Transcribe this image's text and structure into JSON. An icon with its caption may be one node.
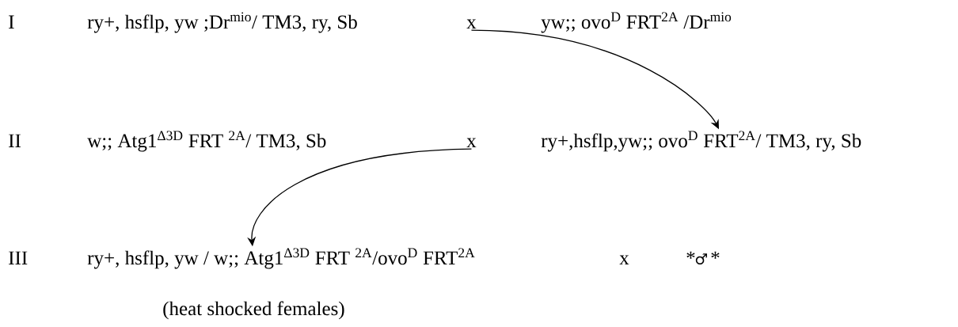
{
  "diagram": {
    "nodes": [
      {
        "text": [
          "ry+, hsflp, yw ;Dr$^{mio}$/ TM3, ry, Sb"
        ]
      },
      {
        "text": [
          "x"
        ]
      },
      {
        "text": [
          "yw;; ovo$^{D}$ FRT$^{2A}$ /Dr$^{mio}$"
        ]
      },
      {
        "text": [
          "w;; Atg1$^{Δ3D}$ FRT $^{2A}$/ TM3, Sb"
        ]
      },
      {
        "text": [
          "x"
        ]
      },
      {
        "text": [
          "ry+,hsflp,yw;; ovo$^{D}$ FRT$^{2A}$/ TM3, ry, Sb"
        ]
      },
      {
        "text": [
          "ry+, hsflp, yw / w;; Atg1$^{Δ3D}$ FRT $^{2A}$/ovo$^{D}$ FRT$^{2A}$"
        ],
        "beside": [
          "(heat shocked females)"
        ]
      },
      {
        "text": [
          "x"
        ]
      }
    ],
    "edges": [
      {
        "from": 1,
        "to": 5,
        "arrow": "to"
      },
      {
        "from": 4,
        "to": 6,
        "arrow": "to"
      }
    ],
    "labels": [
      "I",
      "II",
      "III",
      "*",
      "♂",
      "*"
    ]
  }
}
